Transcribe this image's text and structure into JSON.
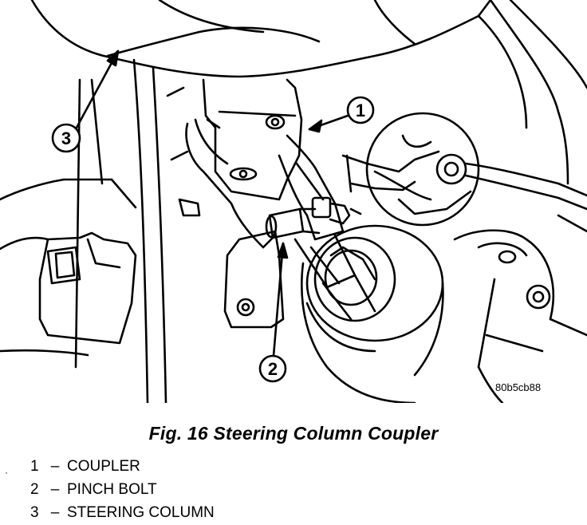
{
  "figure": {
    "code": "80b5cb88",
    "caption": "Fig. 16 Steering Column Coupler",
    "callouts": [
      {
        "num": "1"
      },
      {
        "num": "2"
      },
      {
        "num": "3"
      }
    ],
    "legend": [
      {
        "num": "1",
        "dash": "–",
        "label": "COUPLER"
      },
      {
        "num": "2",
        "dash": "–",
        "label": "PINCH BOLT"
      },
      {
        "num": "3",
        "dash": "–",
        "label": "STEERING COLUMN"
      }
    ]
  }
}
